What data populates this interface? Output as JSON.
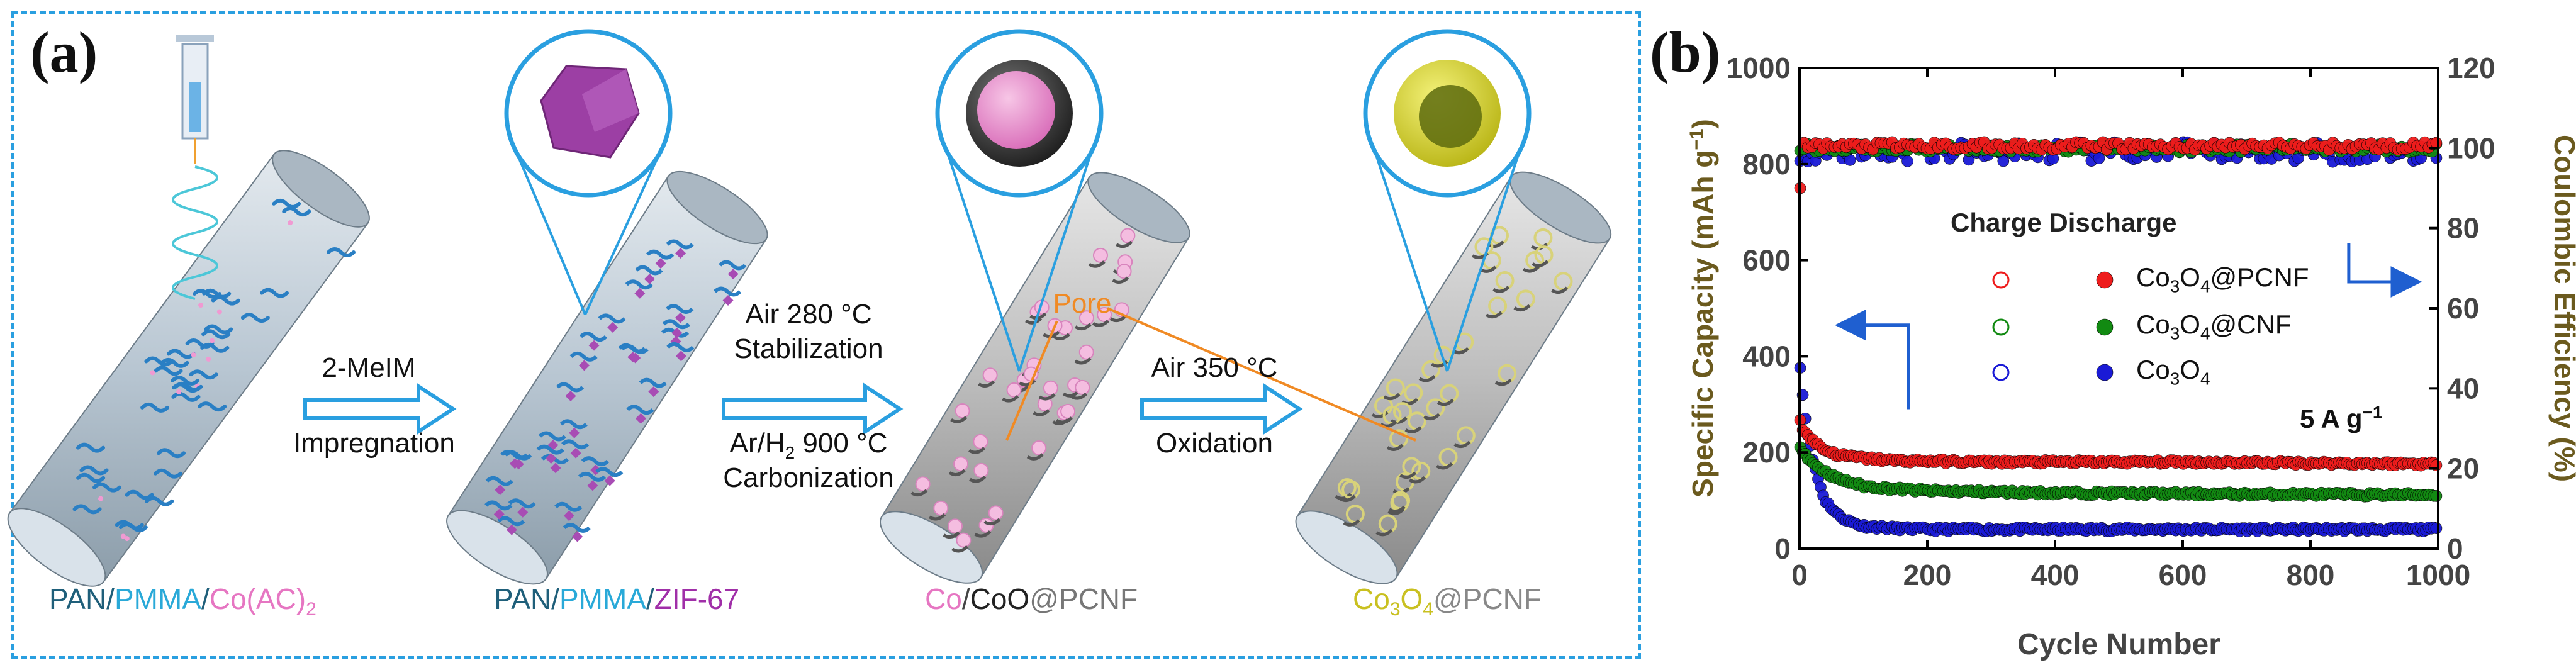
{
  "panel_a": {
    "label": "(a)",
    "captions": [
      [
        {
          "t": "PAN/",
          "c": "#1f5f7a"
        },
        {
          "t": "PMMA",
          "c": "#29a9d8"
        },
        {
          "t": "/",
          "c": "#1f5f7a"
        },
        {
          "t": "Co(AC)",
          "c": "#e676c2"
        },
        {
          "t": "2",
          "c": "#e676c2",
          "sub": true
        }
      ],
      [
        {
          "t": "PAN/",
          "c": "#1f5f7a"
        },
        {
          "t": "PMMA",
          "c": "#29a9d8"
        },
        {
          "t": "/",
          "c": "#1f5f7a"
        },
        {
          "t": "ZIF-67",
          "c": "#a02fa8"
        }
      ],
      [
        {
          "t": "Co",
          "c": "#e676c2"
        },
        {
          "t": "/",
          "c": "#444"
        },
        {
          "t": "CoO",
          "c": "#222"
        },
        {
          "t": "@PCNF",
          "c": "#777"
        }
      ],
      [
        {
          "t": "Co",
          "c": "#c9c020"
        },
        {
          "t": "3",
          "c": "#c9c020",
          "sub": true
        },
        {
          "t": "O",
          "c": "#c9c020"
        },
        {
          "t": "4",
          "c": "#c9c020",
          "sub": true
        },
        {
          "t": "@PCNF",
          "c": "#888"
        }
      ]
    ],
    "steps": {
      "s1_top": "2-MeIM",
      "s1_bottom": "Impregnation",
      "s2_l1": "Air  280 °C",
      "s2_l2": "Stabilization",
      "s2_l3": "Ar/H",
      "s2_l3_sub": "2",
      "s2_l3_rest": "  900 °C",
      "s2_l4": "Carbonization",
      "s3_top": "Air 350 °C",
      "s3_bottom": "Oxidation"
    },
    "pore_label": "Pore",
    "colors": {
      "border": "#2a9fe0",
      "fiber": "#c9d3dc",
      "arrow": "#2a9fe0",
      "pore": "#f08a24"
    }
  },
  "panel_b": {
    "label": "(b)",
    "legend_header": "Charge Discharge",
    "rate_label": "5 A g",
    "rate_exp": "−1",
    "legend": [
      {
        "name_main": "Co",
        "sub1": "3",
        "mid": "O",
        "sub2": "4",
        "suffix": "@PCNF",
        "color": "#ee1c1c"
      },
      {
        "name_main": "Co",
        "sub1": "3",
        "mid": "O",
        "sub2": "4",
        "suffix": "@CNF",
        "color": "#128a12"
      },
      {
        "name_main": "Co",
        "sub1": "3",
        "mid": "O",
        "sub2": "4",
        "suffix": "",
        "color": "#1a1ad6"
      }
    ]
  },
  "chart_data": {
    "type": "scatter",
    "xlabel": "Cycle Number",
    "ylabel": "Specific Capacity (mAh g",
    "ylabel_exp": "−1",
    "ylabel_close": ")",
    "y2label": "Coulombic Efficiency (%)",
    "xlim": [
      0,
      1000
    ],
    "ylim": [
      0,
      1000
    ],
    "y2lim": [
      0,
      120
    ],
    "xticks": [
      "0",
      "200",
      "400",
      "600",
      "800",
      "1000"
    ],
    "yticks": [
      "0",
      "200",
      "400",
      "600",
      "800",
      "1000"
    ],
    "y2ticks": [
      "0",
      "20",
      "40",
      "60",
      "80",
      "100",
      "120"
    ],
    "series": [
      {
        "name": "Co3O4@PCNF",
        "color": "#ee1c1c",
        "capacity": [
          [
            1,
            265
          ],
          [
            5,
            250
          ],
          [
            10,
            240
          ],
          [
            20,
            225
          ],
          [
            40,
            205
          ],
          [
            60,
            195
          ],
          [
            100,
            188
          ],
          [
            150,
            183
          ],
          [
            200,
            182
          ],
          [
            300,
            180
          ],
          [
            400,
            180
          ],
          [
            500,
            180
          ],
          [
            600,
            180
          ],
          [
            700,
            179
          ],
          [
            800,
            178
          ],
          [
            900,
            177
          ],
          [
            1000,
            176
          ]
        ],
        "ce_mean": 100.5
      },
      {
        "name": "Co3O4@CNF",
        "color": "#128a12",
        "capacity": [
          [
            1,
            215
          ],
          [
            5,
            205
          ],
          [
            10,
            195
          ],
          [
            20,
            178
          ],
          [
            40,
            160
          ],
          [
            60,
            145
          ],
          [
            100,
            130
          ],
          [
            150,
            124
          ],
          [
            200,
            120
          ],
          [
            300,
            118
          ],
          [
            400,
            116
          ],
          [
            500,
            115
          ],
          [
            600,
            114
          ],
          [
            700,
            113
          ],
          [
            800,
            113
          ],
          [
            900,
            112
          ],
          [
            1000,
            112
          ]
        ],
        "ce_mean": 100.0
      },
      {
        "name": "Co3O4",
        "color": "#1a1ad6",
        "capacity": [
          [
            1,
            380
          ],
          [
            5,
            320
          ],
          [
            10,
            260
          ],
          [
            20,
            190
          ],
          [
            30,
            140
          ],
          [
            40,
            100
          ],
          [
            60,
            70
          ],
          [
            80,
            55
          ],
          [
            100,
            47
          ],
          [
            150,
            42
          ],
          [
            200,
            40
          ],
          [
            400,
            40
          ],
          [
            600,
            40
          ],
          [
            800,
            40
          ],
          [
            1000,
            40
          ]
        ],
        "ce_mean": 99.0
      }
    ],
    "annotations": {
      "left_arrow_points_to": "left axis",
      "right_arrow_points_to": "right axis"
    }
  }
}
